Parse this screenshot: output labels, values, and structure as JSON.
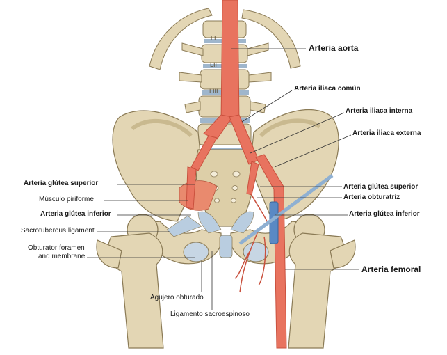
{
  "labels": {
    "aorta": "Arteria aorta",
    "iliaca_comun": "Arteria iliaca común",
    "iliaca_interna": "Arteria iliaca interna",
    "iliaca_externa": "Arteria iliaca externa",
    "glutea_superior_left": "Arteria glútea superior",
    "glutea_superior_right": "Arteria glútea superior",
    "piriforme": "Músculo piriforme",
    "obturatriz": "Arteria obturatriz",
    "glutea_inferior_left": "Arteria glútea inferior",
    "glutea_inferior_right": "Arteria glútea inferior",
    "sacrotuberous": "Sacrotuberous ligament",
    "obturator_foramen_1": "Obturator foramen",
    "obturator_foramen_2": "and membrane",
    "femoral": "Arteria femoral",
    "agujero": "Agujero obturado",
    "sacroespinoso": "Ligamento sacroespinoso"
  },
  "vertebra_marks": {
    "l1": "LI",
    "l2": "LII",
    "l3": "LIII"
  },
  "colors": {
    "bone": "#e3d6b4",
    "bone_shade": "#c9b98f",
    "bone_outline": "#8a7a55",
    "artery": "#e8735f",
    "artery_dark": "#c9503d",
    "ligament": "#b9cde0",
    "cartilage": "#9fb6cc",
    "muscle": "#e98a6e"
  }
}
